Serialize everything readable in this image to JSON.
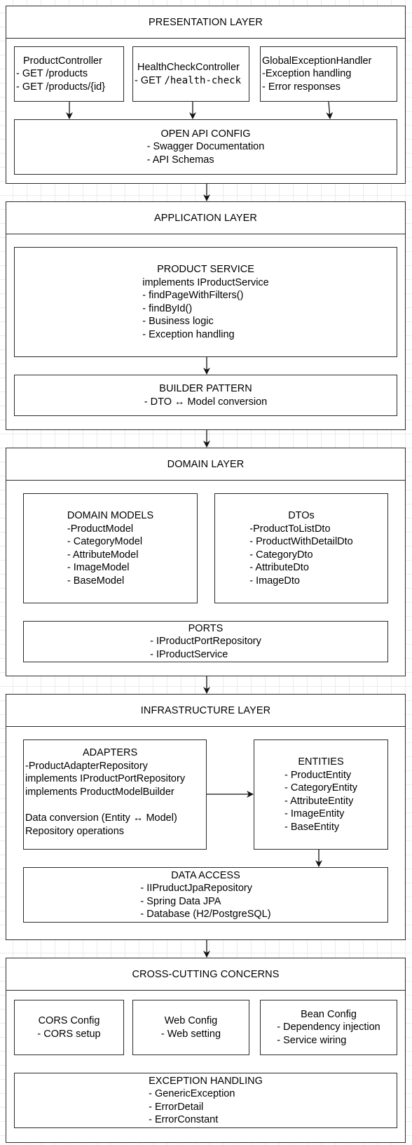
{
  "presentation": {
    "title": "PRESENTATION LAYER",
    "product_controller": {
      "title": "ProductController",
      "lines": [
        "- GET /products",
        "- GET /products/{id}"
      ]
    },
    "health_check": {
      "title": "HealthCheckController",
      "prefix": "- GET ",
      "path": "/health-check"
    },
    "global_exception": {
      "title": "GlobalExceptionHandler",
      "lines": [
        "-Exception handling",
        "- Error responses"
      ]
    },
    "open_api": {
      "title": "OPEN API CONFIG",
      "lines": [
        "- Swagger Documentation",
        "- API Schemas"
      ]
    }
  },
  "application": {
    "title": "APPLICATION LAYER",
    "product_service": {
      "title": "PRODUCT SERVICE",
      "subtitle": "implements IProductService",
      "lines": [
        "- findPageWithFilters()",
        "- findById()",
        "- Business logic",
        "- Exception handling"
      ]
    },
    "builder": {
      "title": "BUILDER PATTERN",
      "lines": [
        "- DTO ↔ Model conversion"
      ]
    }
  },
  "domain": {
    "title": "DOMAIN LAYER",
    "models": {
      "title": "DOMAIN MODELS",
      "lines": [
        "-ProductModel",
        "- CategoryModel",
        "- AttributeModel",
        "- ImageModel",
        "- BaseModel"
      ]
    },
    "dtos": {
      "title": "DTOs",
      "lines": [
        "-ProductToListDto",
        "- ProductWithDetailDto",
        "- CategoryDto",
        "- AttributeDto",
        "- ImageDto"
      ]
    },
    "ports": {
      "title": "PORTS",
      "lines": [
        "- IProductPortRepository",
        "- IProductService"
      ]
    }
  },
  "infrastructure": {
    "title": "INFRASTRUCTURE LAYER",
    "adapters": {
      "title": "ADAPTERS",
      "lines": [
        "-ProductAdapterRepository",
        "implements IProductPortRepository",
        "implements ProductModelBuilder",
        "",
        "Data conversion (Entity ↔ Model)",
        "Repository operations"
      ]
    },
    "entities": {
      "title": "ENTITIES",
      "lines": [
        "- ProductEntity",
        "- CategoryEntity",
        "- AttributeEntity",
        "- ImageEntity",
        "- BaseEntity"
      ]
    },
    "data_access": {
      "title": "DATA ACCESS",
      "lines": [
        "- IIPruductJpaRepository",
        "- Spring Data JPA",
        "- Database (H2/PostgreSQL)"
      ]
    }
  },
  "cross_cutting": {
    "title": "CROSS-CUTTING CONCERNS",
    "cors": {
      "title": "CORS Config",
      "lines": [
        "- CORS setup"
      ]
    },
    "web": {
      "title": "Web Config",
      "lines": [
        "- Web setting"
      ]
    },
    "bean": {
      "title": "Bean Config",
      "lines": [
        "- Dependency injection",
        "- Service wiring"
      ]
    },
    "exception": {
      "title": "EXCEPTION HANDLING",
      "lines": [
        "- GenericException",
        "- ErrorDetail",
        "- ErrorConstant"
      ]
    }
  }
}
